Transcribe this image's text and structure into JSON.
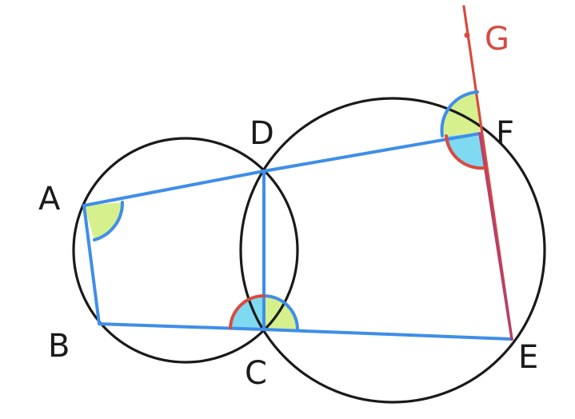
{
  "labels": {
    "A": "A",
    "B": "B",
    "C": "C",
    "D": "D",
    "E": "E",
    "F": "F",
    "G": "G"
  },
  "colors": {
    "circle": "#1a1a1a",
    "segment": "#3f8ee8",
    "ray": "#d84a40",
    "angle_fill_green": "#d6f08e",
    "angle_fill_blue": "#7fd9f0",
    "arc_blue": "#3f8ee8",
    "arc_red": "#d84a40",
    "label_black": "#1a1a1a",
    "label_red": "#d84a40"
  }
}
